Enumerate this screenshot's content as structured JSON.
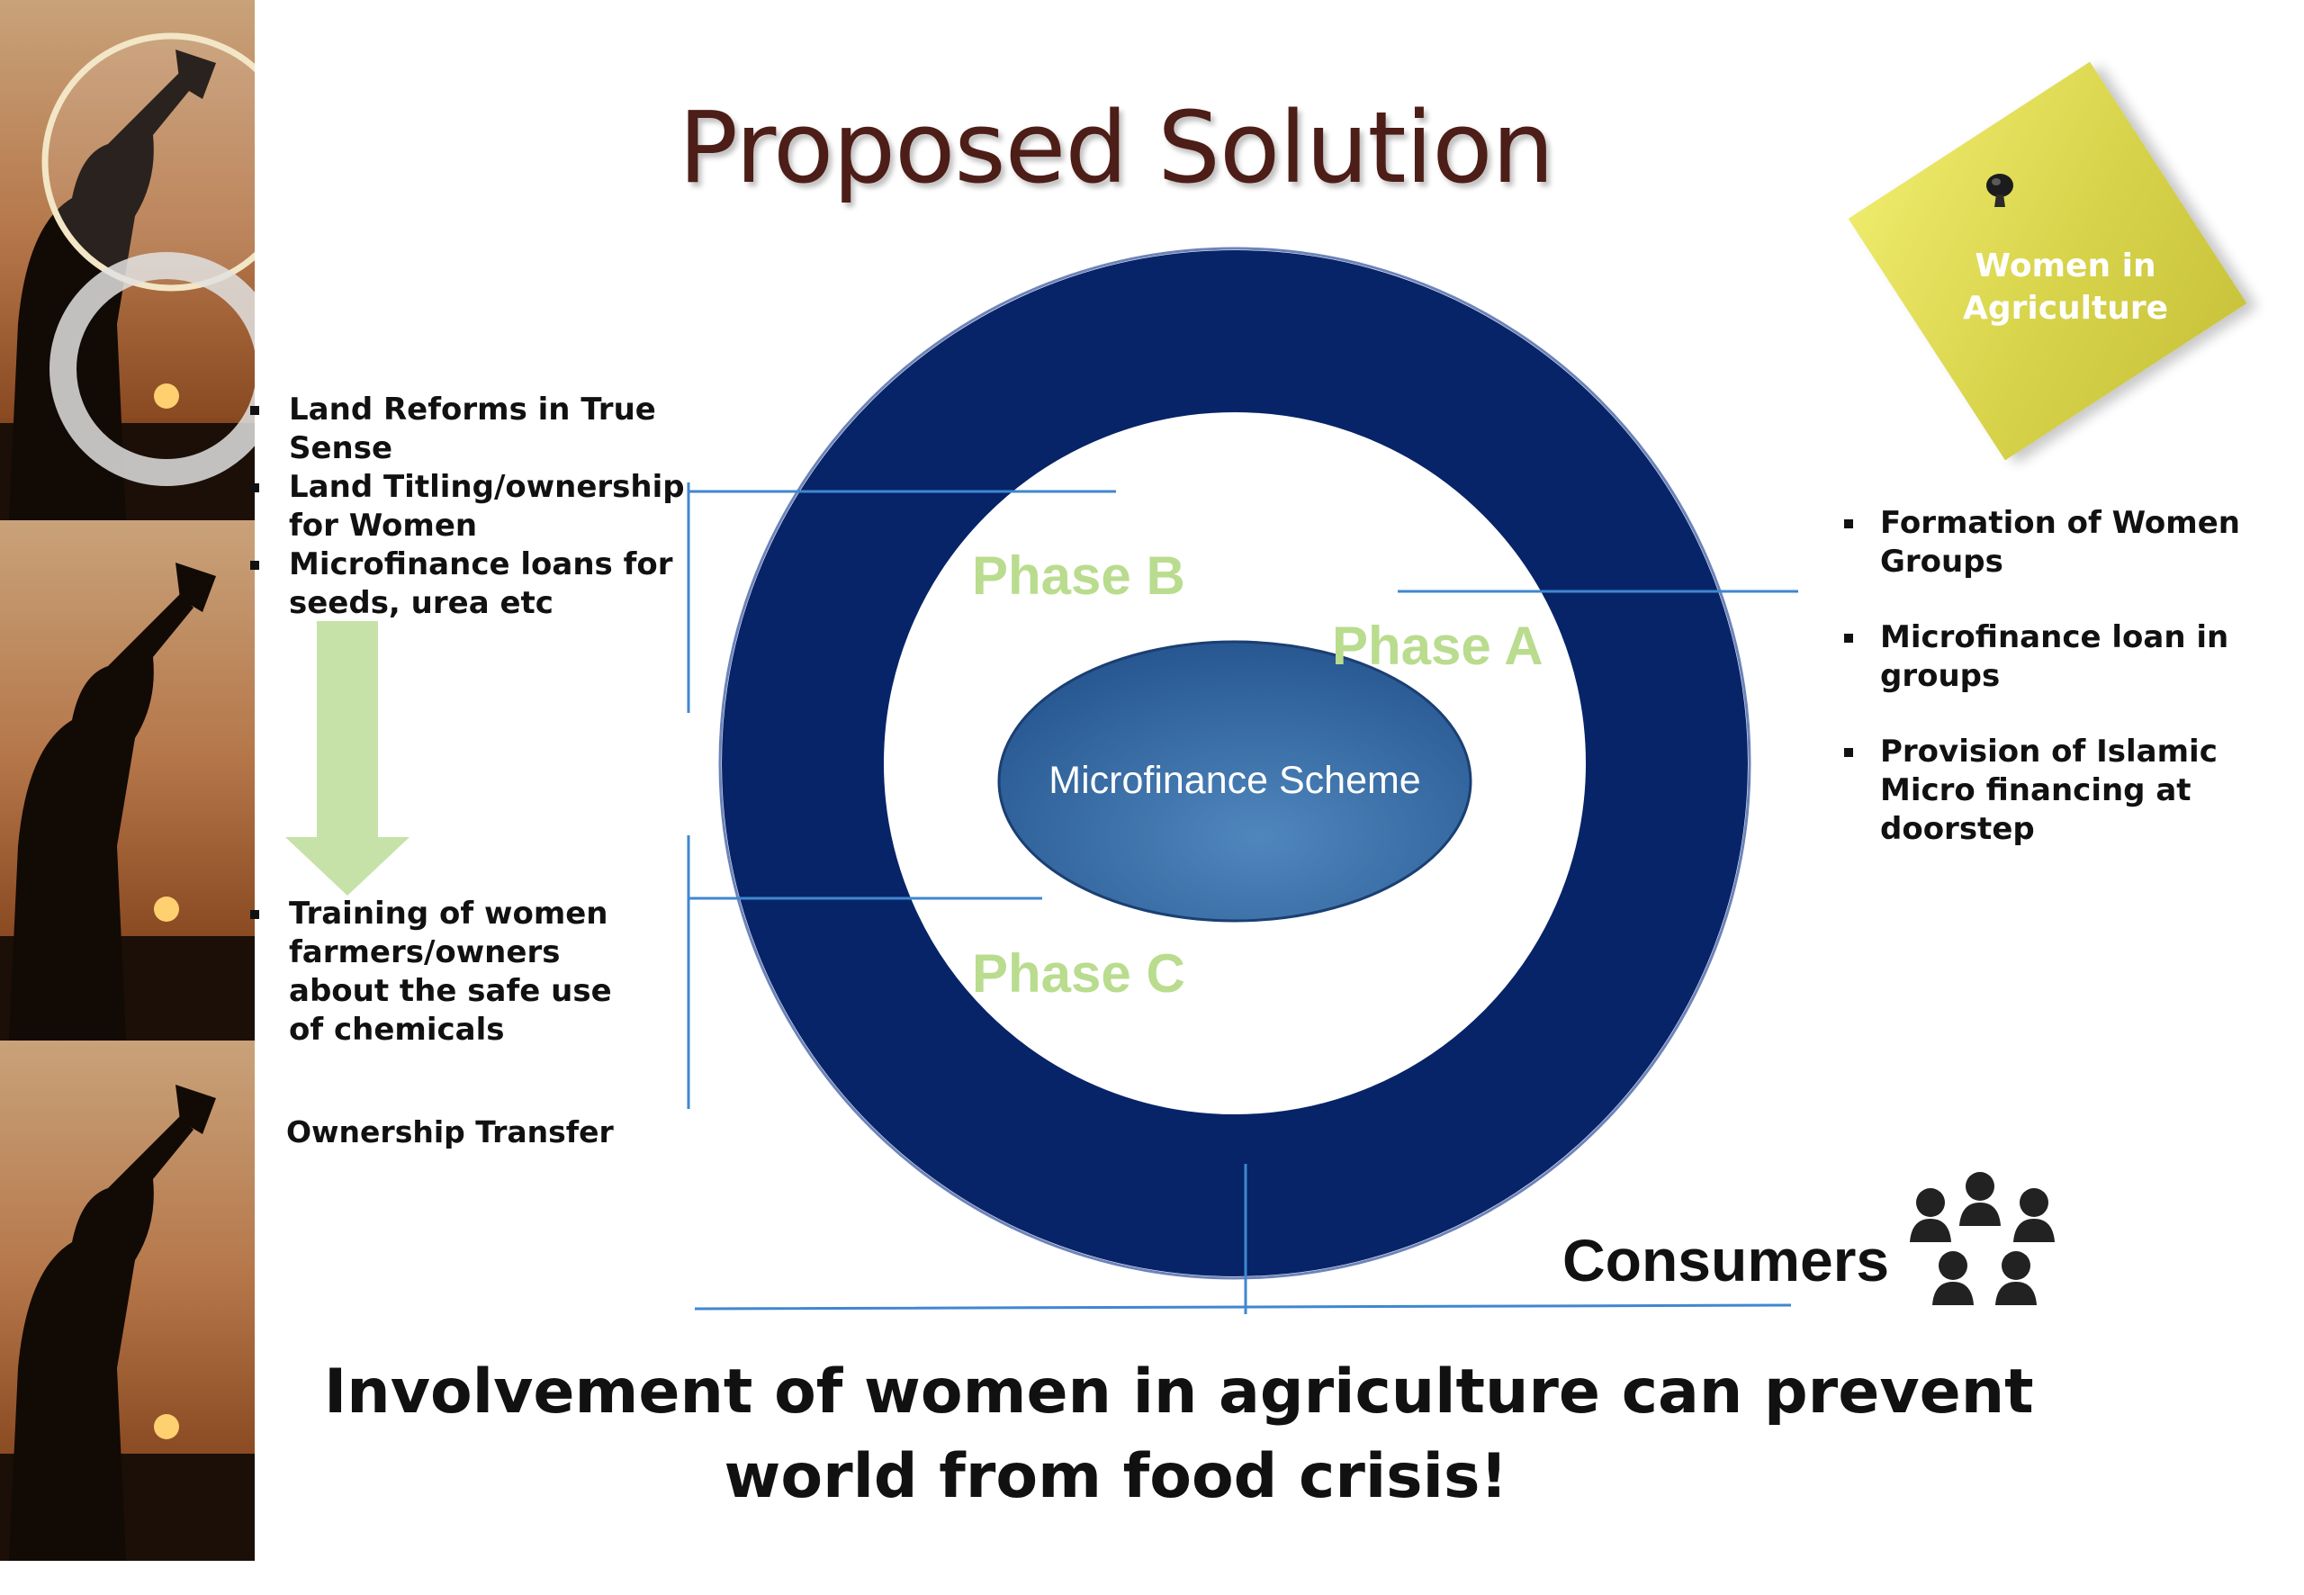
{
  "slide": {
    "title": "Proposed Solution",
    "tagline_line1": "Involvement of women in agriculture can prevent",
    "tagline_line2": "world from food crisis!"
  },
  "diagram": {
    "center_label": "Microfinance Scheme",
    "phases": [
      {
        "label": "Phase B"
      },
      {
        "label": "Phase A"
      },
      {
        "label": "Phase C"
      }
    ],
    "ring_color": "#072468",
    "center_color": "#3a6fa3",
    "phase_text_color": "#b9dc8e",
    "connector_color": "#3f87d1",
    "arrow_color": "#c6e2a8"
  },
  "phase_b_items": [
    "Land Reforms in True Sense",
    "Land Titling/ownership for Women",
    "Microfinance loans for seeds, urea  etc"
  ],
  "phase_c_items": [
    "Training of women farmers/owners about the safe use of chemicals"
  ],
  "ownership_label": "Ownership Transfer",
  "phase_a_items": [
    "Formation of Women Groups",
    "Microfinance loan in groups",
    "Provision of Islamic Micro financing at doorstep"
  ],
  "sticky_note": {
    "line1": "Women in",
    "line2": "Agriculture",
    "color": "#e3df58"
  },
  "consumers_label": "Consumers",
  "icons": {
    "people_group": "people-group-icon",
    "pushpin": "pushpin-icon",
    "down_arrow": "down-arrow-icon"
  }
}
